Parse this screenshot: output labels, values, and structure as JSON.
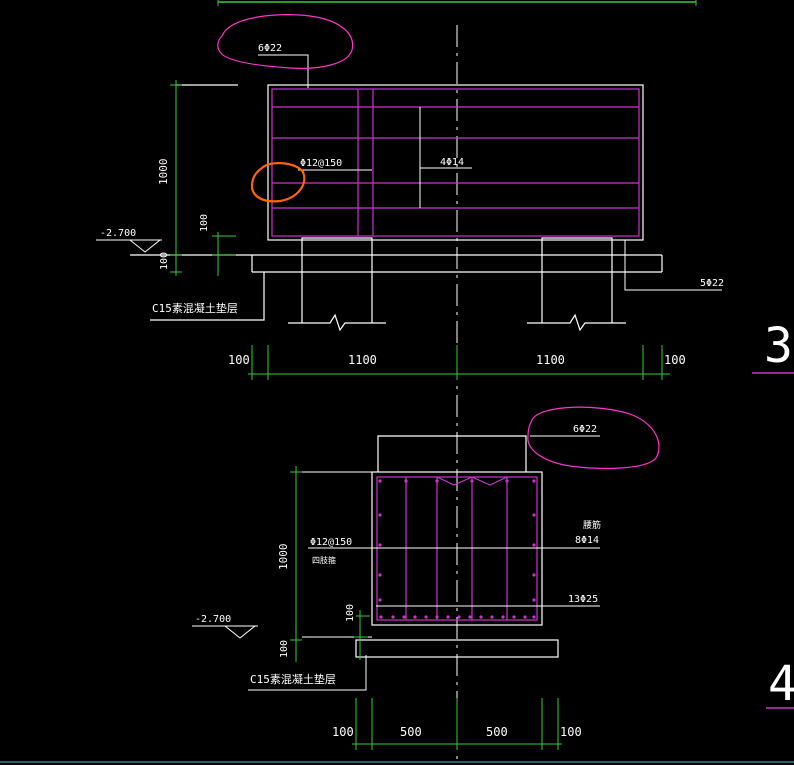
{
  "elevation": {
    "top_rebar": "6Φ22",
    "height_dim": "1000",
    "sub_dim_100a": "100",
    "sub_dim_100b": "100",
    "level": "-2.700",
    "side_bar": "Φ12@150",
    "middle_bar": "4Φ14",
    "bottom_rebar": "5Φ22",
    "pad_label": "C15素混凝土垫层",
    "dims": [
      "100",
      "1100",
      "1100",
      "100"
    ]
  },
  "section": {
    "top_rebar": "6Φ22",
    "height_dim": "1000",
    "sub_dim_100a": "100",
    "sub_dim_100b": "100",
    "level": "-2.700",
    "side_bar": "Φ12@150",
    "side_bar_note": "四肢箍",
    "waist_label": "腰筋",
    "waist_bar": "8Φ14",
    "bottom_rebar": "13Φ25",
    "pad_label": "C15素混凝土垫层",
    "dims": [
      "100",
      "500",
      "500",
      "100"
    ]
  },
  "edge_marks": [
    "3",
    "4"
  ],
  "colors": {
    "background": "#000000",
    "outline": "#ffffff",
    "rebar": "#cc33cc",
    "dimension": "#33cc33",
    "markup_pink": "#ff33cc",
    "markup_orange": "#ff6600"
  }
}
